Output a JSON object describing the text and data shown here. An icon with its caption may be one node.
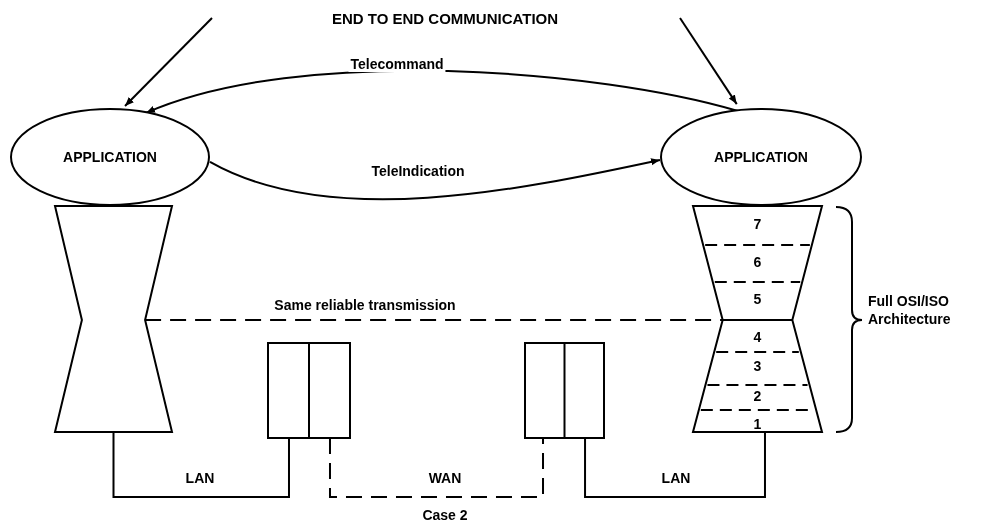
{
  "diagram": {
    "title": "END TO END COMMUNICATION",
    "nodes": [
      {
        "text": [
          "APPLICATION"
        ]
      },
      {
        "text": [
          "APPLICATION"
        ]
      },
      {
        "text": [],
        "shape": "hourglass"
      },
      {
        "text": [
          "7",
          "6",
          "5",
          "4",
          "3",
          "2",
          "1"
        ]
      },
      {
        "text": [],
        "shape": "box"
      },
      {
        "text": [],
        "shape": "box"
      }
    ],
    "edges": [
      {
        "from": null,
        "to": 0,
        "arrow": "to"
      },
      {
        "from": null,
        "to": 1,
        "arrow": "to"
      },
      {
        "from": 1,
        "to": 0,
        "arrow": "to",
        "label": "Telecommand"
      },
      {
        "from": 0,
        "to": 1,
        "arrow": "to",
        "label": "TeleIndication"
      },
      {
        "from": 2,
        "to": 3,
        "arrow": "none",
        "label": "Same reliable transmission",
        "style": "dashed"
      },
      {
        "from": 2,
        "to": 4,
        "arrow": "none",
        "label": "LAN"
      },
      {
        "from": 4,
        "to": 5,
        "arrow": "none",
        "label": "WAN",
        "style": "dashed"
      },
      {
        "from": 5,
        "to": 3,
        "arrow": "none",
        "label": "LAN"
      }
    ],
    "labels": [
      "Full OSI/ISO Architecture",
      "Case 2"
    ]
  }
}
